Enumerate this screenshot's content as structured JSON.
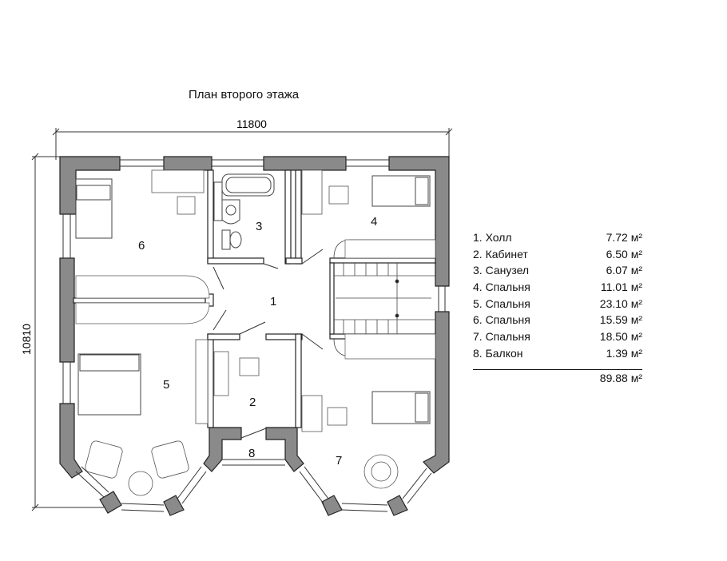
{
  "title": "План второго этажа",
  "dimensions": {
    "width": "11800",
    "height": "10810"
  },
  "room_numbers": [
    "1",
    "2",
    "3",
    "4",
    "5",
    "6",
    "7",
    "8"
  ],
  "legend": {
    "rows": [
      {
        "name": "1. Холл",
        "area": "7.72 м²"
      },
      {
        "name": "2. Кабинет",
        "area": "6.50 м²"
      },
      {
        "name": "3. Санузел",
        "area": "6.07 м²"
      },
      {
        "name": "4. Спальня",
        "area": "11.01 м²"
      },
      {
        "name": "5. Спальня",
        "area": "23.10 м²"
      },
      {
        "name": "6. Спальня",
        "area": "15.59 м²"
      },
      {
        "name": "7. Спальня",
        "area": "18.50 м²"
      },
      {
        "name": "8. Балкон",
        "area": "1.39 м²"
      }
    ],
    "total": "89.88 м²"
  },
  "colors": {
    "wall": "#8a8a8a",
    "wall_outline": "#222222",
    "line": "#333333"
  }
}
